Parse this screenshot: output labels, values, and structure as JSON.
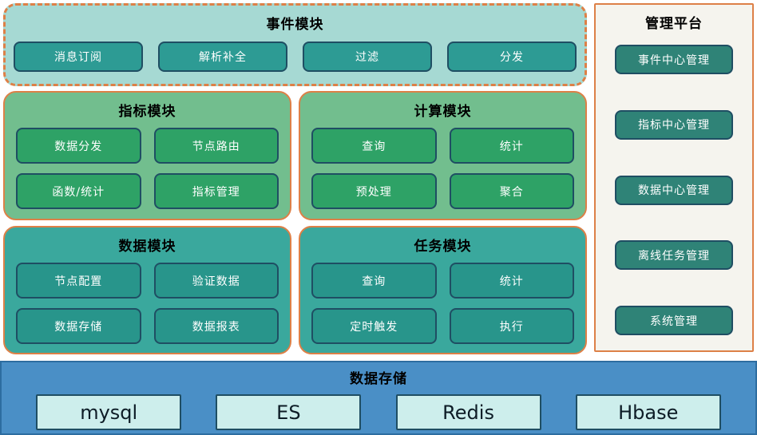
{
  "diagram": {
    "event": {
      "title": "事件模块",
      "items": [
        "消息订阅",
        "解析补全",
        "过滤",
        "分发"
      ]
    },
    "indicator": {
      "title": "指标模块",
      "items": [
        "数据分发",
        "节点路由",
        "函数/统计",
        "指标管理"
      ]
    },
    "compute": {
      "title": "计算模块",
      "items": [
        "查询",
        "统计",
        "预处理",
        "聚合"
      ]
    },
    "data": {
      "title": "数据模块",
      "items": [
        "节点配置",
        "验证数据",
        "数据存储",
        "数据报表"
      ]
    },
    "task": {
      "title": "任务模块",
      "items": [
        "查询",
        "统计",
        "定时触发",
        "执行"
      ]
    },
    "platform": {
      "title": "管理平台",
      "items": [
        "事件中心管理",
        "指标中心管理",
        "数据中心管理",
        "离线任务管理",
        "系统管理"
      ]
    },
    "storage": {
      "title": "数据存储",
      "items": [
        "mysql",
        "ES",
        "Redis",
        "Hbase"
      ]
    }
  },
  "colors": {
    "orange_border": "#dd8047",
    "event_module_bg": "#a6d9d3",
    "event_button": "#2d9b94",
    "green_module_bg": "#72be8e",
    "green_button": "#2ea266",
    "teal_module_bg": "#3aa89d",
    "teal_button": "#28958b",
    "platform_bg": "#f5f4ee",
    "platform_button": "#2f8377",
    "storage_bar_bg": "#4a8fc6",
    "storage_box_bg": "#cdeeec",
    "dark_button_border": "#1f4e63"
  }
}
